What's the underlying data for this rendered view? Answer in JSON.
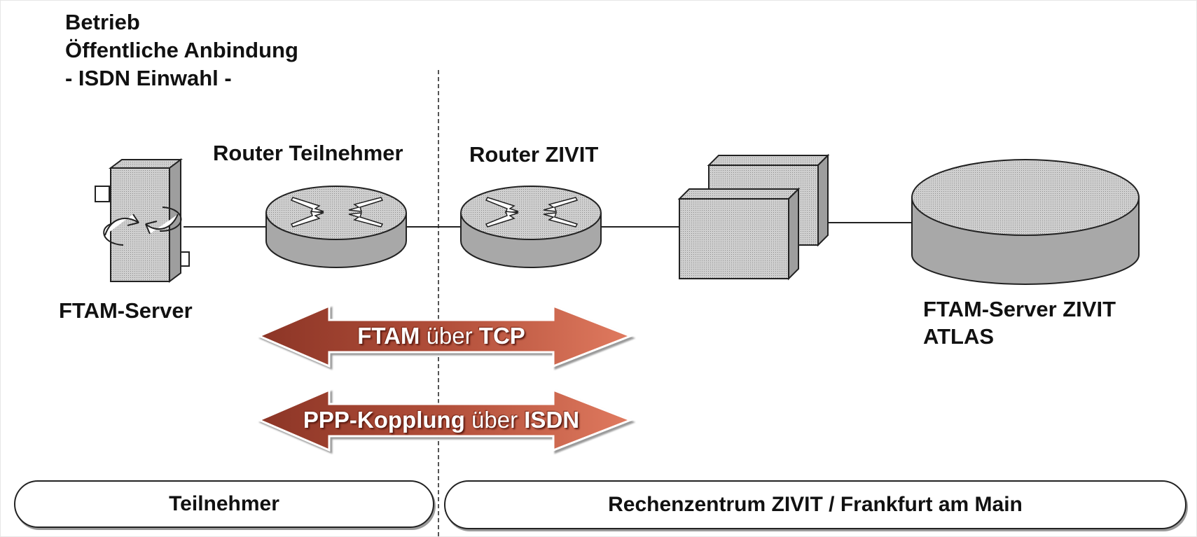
{
  "title": {
    "line1": "Betrieb",
    "line2": "Öffentliche Anbindung",
    "line3": "- ISDN Einwahl -"
  },
  "devices": {
    "ftam_server": "FTAM-Server",
    "router_teilnehmer": "Router Teilnehmer",
    "router_zivit": "Router ZIVIT",
    "ftam_server_zivit_line1": "FTAM-Server ZIVIT",
    "ftam_server_zivit_line2": "ATLAS"
  },
  "arrows": {
    "ftam": {
      "protocol": "FTAM",
      "connector": "über",
      "transport": "TCP"
    },
    "ppp": {
      "protocol": "PPP-Kopplung",
      "connector": "über",
      "transport": "ISDN"
    }
  },
  "zones": {
    "left": "Teilnehmer",
    "right": "Rechenzentrum ZIVIT / Frankfurt am Main"
  },
  "colors": {
    "arrow_dark": "#8c3526",
    "arrow_light": "#e07a5f",
    "device_fill": "#c8c8c8",
    "line": "#222222"
  }
}
